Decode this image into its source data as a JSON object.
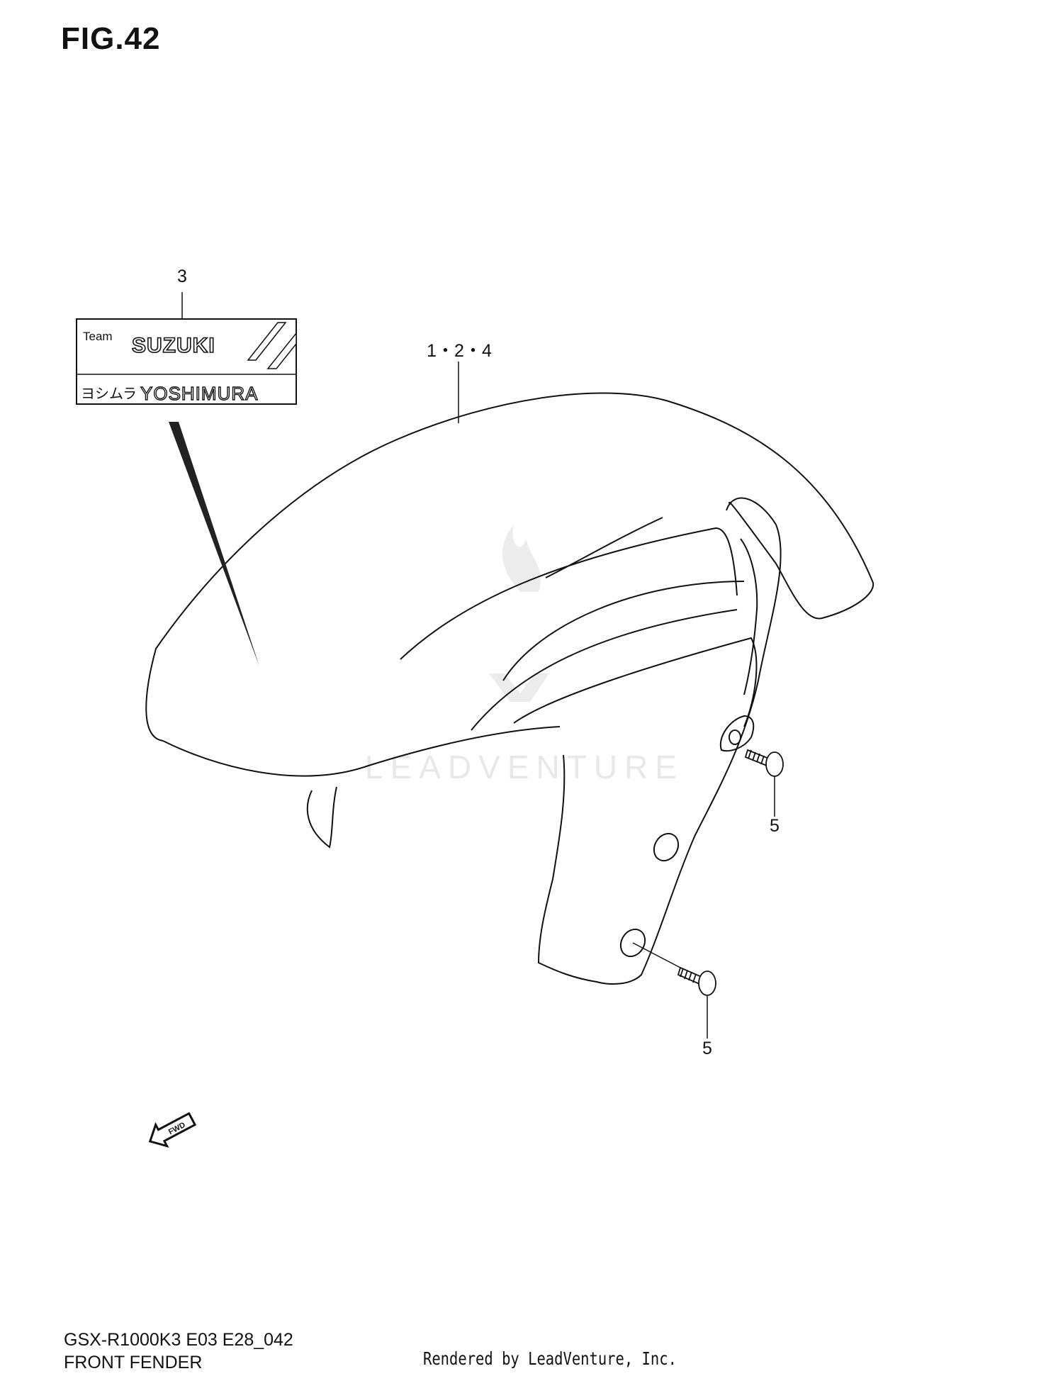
{
  "figure": {
    "title": "FIG.42"
  },
  "callouts": {
    "decal": "3",
    "fender": "1・2・4",
    "screw_upper": "5",
    "screw_lower": "5"
  },
  "decal": {
    "team_word": "Team",
    "brand_word": "SUZUKI",
    "logo_glyphs": "ヨシムラ",
    "sponsor_word": "YOSHIMURA"
  },
  "direction_marker": {
    "text": "FWD"
  },
  "watermark": {
    "text": "LEADVENTURE"
  },
  "footer": {
    "diagram_code": "GSX-R1000K3 E03 E28_042",
    "section_name": "FRONT FENDER",
    "credit": "Rendered by LeadVenture, Inc."
  },
  "colors": {
    "line": "#111111",
    "watermark": "#e6e6e6",
    "background": "#ffffff"
  }
}
